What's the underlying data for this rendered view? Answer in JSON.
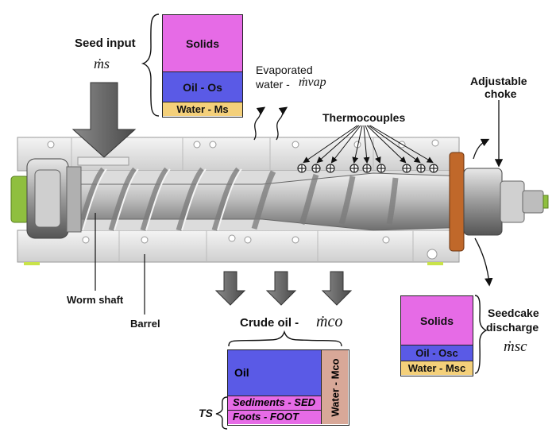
{
  "labels": {
    "seed_input": "Seed input",
    "seed_input_sym": "ṁs",
    "evaporated_line1": "Evaporated",
    "evaporated_line2": "water -",
    "evaporated_sym": "ṁvap",
    "thermocouples": "Thermocouples",
    "adjustable_line1": "Adjustable",
    "adjustable_line2": "choke",
    "worm_shaft": "Worm shaft",
    "barrel": "Barrel",
    "crude_oil": "Crude oil  -",
    "crude_oil_sym": "ṁco",
    "seedcake_line1": "Seedcake",
    "seedcake_line2": "discharge",
    "seedcake_sym": "ṁsc",
    "ts": "TS"
  },
  "seed_box": {
    "solids": "Solids",
    "oil": "Oil - Os",
    "water": "Water - Ms"
  },
  "seedcake_box": {
    "solids": "Solids",
    "oil": "Oil - Osc",
    "water": "Water - Msc"
  },
  "crude_box": {
    "oil": "Oil",
    "sediments": "Sediments - SED",
    "foots": "Foots - FOOT",
    "water": "Water - Mco"
  },
  "colors": {
    "solids": "#e66be6",
    "oil": "#5a5ae6",
    "water": "#f4d07a",
    "crude_water": "#d8a898",
    "sediments": "#e66be6",
    "foots": "#e66be6",
    "flange": "#c0682a",
    "green_cap": "#8fbf3f"
  }
}
